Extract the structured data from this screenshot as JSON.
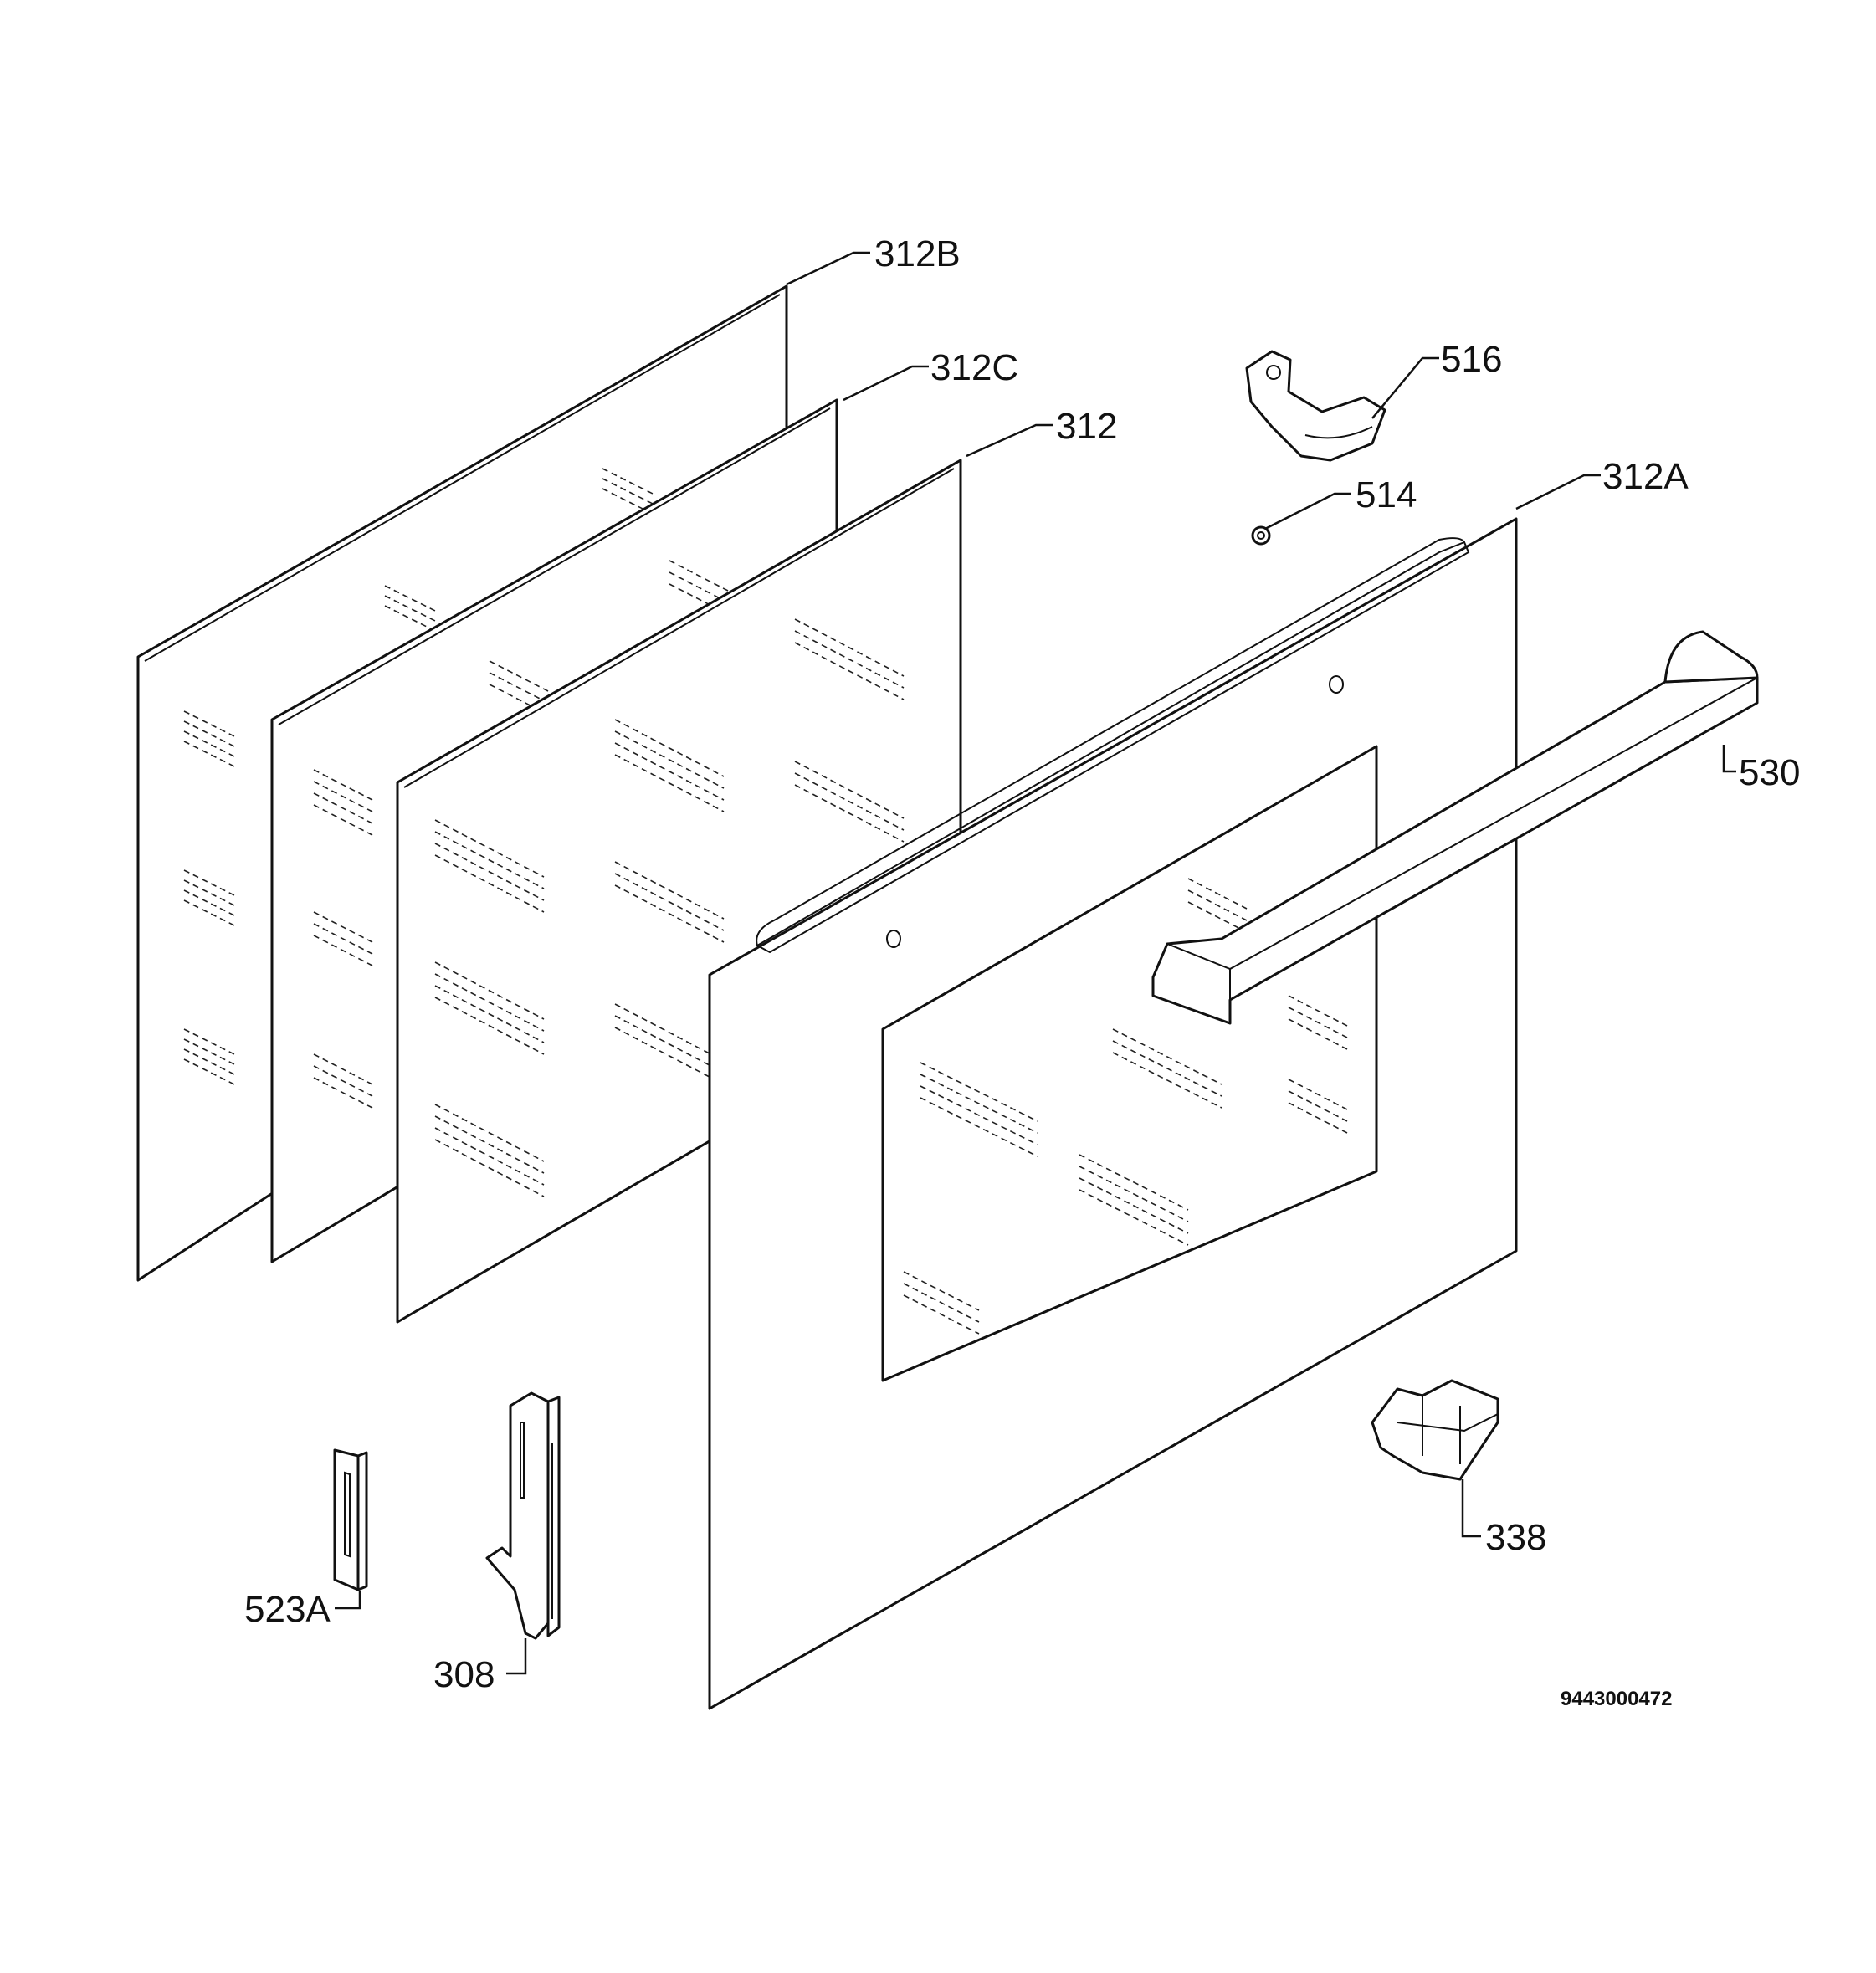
{
  "callouts": {
    "c312b": "312B",
    "c312c": "312C",
    "c312": "312",
    "c516": "516",
    "c514": "514",
    "c312a": "312A",
    "c530": "530",
    "c338": "338",
    "c523a": "523A",
    "c308": "308"
  },
  "document_number": "9443000472",
  "colors": {
    "line": "#111111",
    "background": "#ffffff"
  }
}
